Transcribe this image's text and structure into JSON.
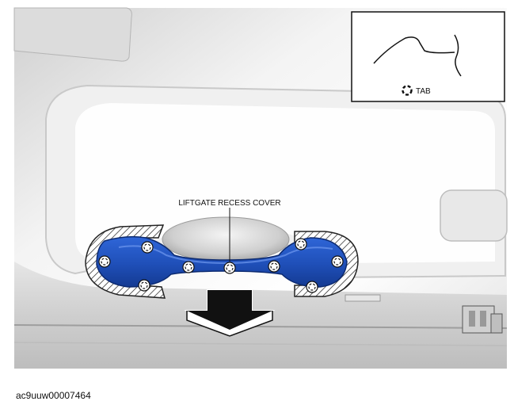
{
  "figure": {
    "callout_label": "LIFTGATE RECESS COVER",
    "legend_label": "TAB",
    "figure_code": "ac9uuw00007464"
  },
  "colors": {
    "cover_blue": "#2b5fd0",
    "cover_blue_dark": "#123a9a",
    "panel_gray": "#d9d9d9",
    "arrow_black": "#111111"
  },
  "icons": {
    "tab_symbol": "tab-ring-icon",
    "removal_arrow": "down-arrow-icon"
  }
}
